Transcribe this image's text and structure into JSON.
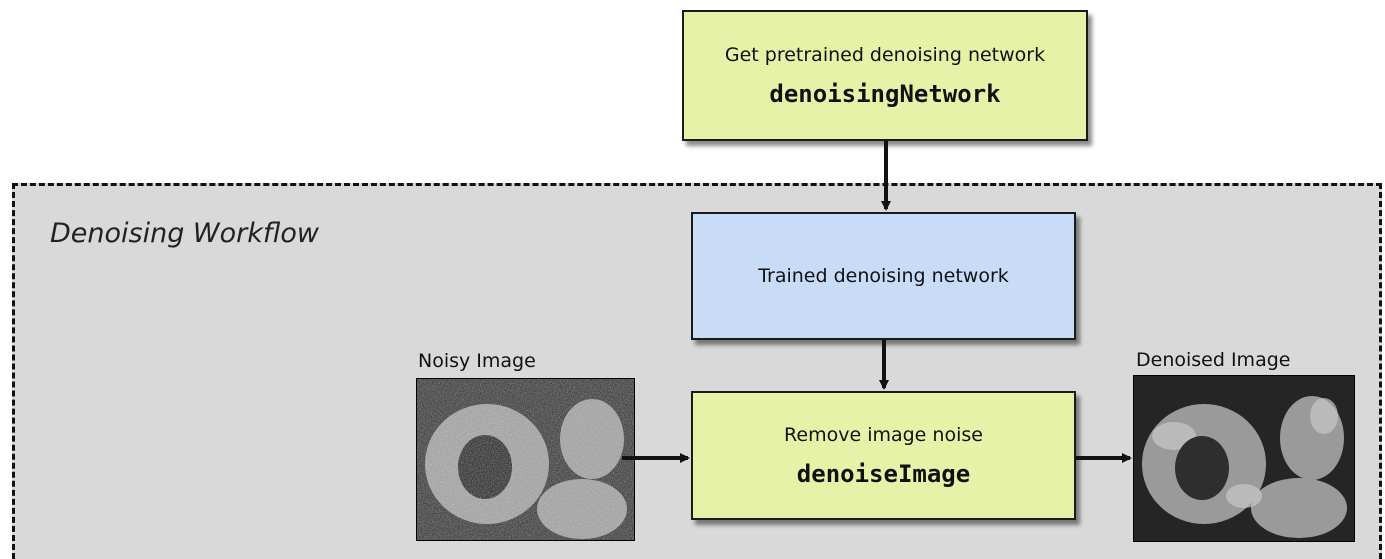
{
  "diagram": {
    "region_label": "Denoising Workflow",
    "nodes": {
      "pretrained": {
        "label": "Get pretrained denoising network",
        "code": "denoisingNetwork",
        "color": "#e6f2a8"
      },
      "trained": {
        "label": "Trained denoising network",
        "color": "#c9dcf7"
      },
      "remove": {
        "label": "Remove image noise",
        "code": "denoiseImage",
        "color": "#e6f2a8"
      }
    },
    "images": {
      "noisy": {
        "label": "Noisy Image"
      },
      "denoised": {
        "label": "Denoised Image"
      }
    },
    "edges": [
      {
        "from": "pretrained",
        "to": "trained"
      },
      {
        "from": "trained",
        "to": "remove"
      },
      {
        "from": "noisy",
        "to": "remove"
      },
      {
        "from": "remove",
        "to": "denoised"
      }
    ]
  }
}
